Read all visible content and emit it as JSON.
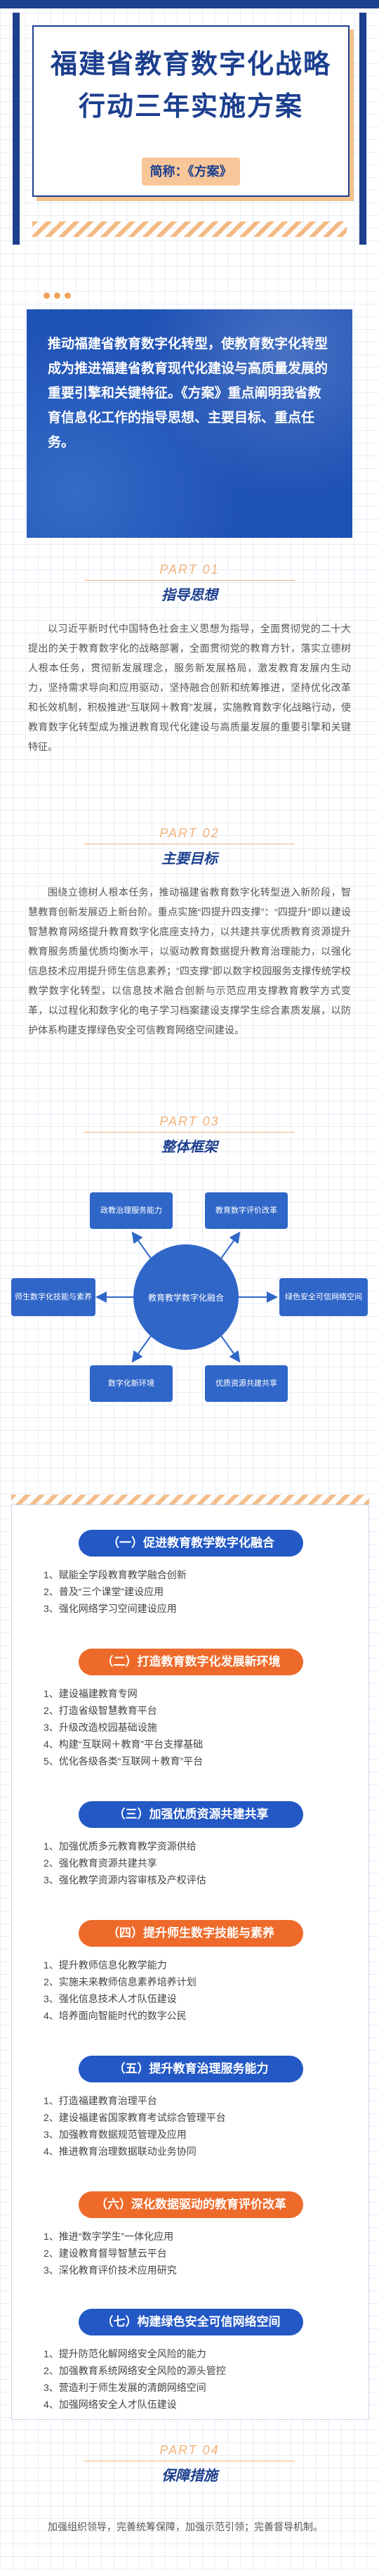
{
  "header": {
    "title_line1": "福建省教育数字化战略",
    "title_line2": "行动三年实施方案",
    "short_name": "简称：《方案》"
  },
  "intro": "推动福建省教育数字化转型，使教育数字化转型成为推进福建省教育现代化建设与高质量发展的重要引擎和关键特征。《方案》重点阐明我省教育信息化工作的指导思想、主要目标、重点任务。",
  "parts": [
    {
      "num": "PART 01",
      "title": "指导思想"
    },
    {
      "num": "PART 02",
      "title": "主要目标"
    },
    {
      "num": "PART 03",
      "title": "整体框架"
    },
    {
      "num": "PART 04",
      "title": "保障措施"
    }
  ],
  "guiding": "以习近平新时代中国特色社会主义思想为指导，全面贯彻党的二十大提出的关于教育数字化的战略部署，全面贯彻党的教育方针，落实立德树人根本任务，贯彻新发展理念，服务新发展格局，激发教育发展内生动力，坚持需求导向和应用驱动，坚持融合创新和统筹推进，坚持优化改革和长效机制，积极推进“互联网＋教育”发展，实施教育数字化战略行动，使教育数字化转型成为推进教育现代化建设与高质量发展的重要引擎和关键特征。",
  "goals": "围绕立德树人根本任务，推动福建省教育数字化转型进入新阶段，智慧教育创新发展迈上新台阶。重点实施“四提升四支撑”：“四提升”即以建设智慧教育网络提升教育数字化底座支持力，以共建共享优质教育资源提升教育服务质量优质均衡水平，以驱动教育数据提升教育治理能力，以强化信息技术应用提升师生信息素养；“四支撑”即以数字校园服务支撑传统学校教学数字化转型，以信息技术融合创新与示范应用支撑教育教学方式变革，以过程化和数字化的电子学习档案建设支撑学生综合素质发展，以防护体系构建支撑绿色安全可信教育网络空间建设。",
  "diagram": {
    "center": "教育教学数字化融合",
    "nodes": [
      "政教治理服务能力",
      "教育数字评价改革",
      "师生数字化技能与素养",
      "绿色安全可信网络空间",
      "数字化新环境",
      "优质资源共建共享"
    ]
  },
  "tasks": [
    {
      "title": "（一）促进教育教学数字化融合",
      "color": "blue",
      "items": [
        "1、赋能全学段教育教学融合创新",
        "2、普及“三个课堂”建设应用",
        "3、强化网络学习空间建设应用"
      ]
    },
    {
      "title": "（二）打造教育数字化发展新环境",
      "color": "orange",
      "items": [
        "1、建设福建教育专网",
        "2、打造省级智慧教育平台",
        "3、升级改造校园基础设施",
        "4、构建“互联网＋教育”平台支撑基础",
        "5、优化各级各类“互联网＋教育”平台"
      ]
    },
    {
      "title": "（三）加强优质资源共建共享",
      "color": "blue",
      "items": [
        "1、加强优质多元教育教学资源供给",
        "2、强化教育资源共建共享",
        "3、强化教学资源内容审核及产权评估"
      ]
    },
    {
      "title": "（四）提升师生数字技能与素养",
      "color": "orange",
      "items": [
        "1、提升教师信息化教学能力",
        "2、实施未来教师信息素养培养计划",
        "3、强化信息技术人才队伍建设",
        "4、培养面向智能时代的数字公民"
      ]
    },
    {
      "title": "（五）提升教育治理服务能力",
      "color": "blue",
      "items": [
        "1、打造福建教育治理平台",
        "2、建设福建省国家教育考试综合管理平台",
        "3、加强教育数据规范管理及应用",
        "4、推进教育治理数据联动业务协同"
      ]
    },
    {
      "title": "（六）深化数据驱动的教育评价改革",
      "color": "orange",
      "items": [
        "1、推进“数字学生”一体化应用",
        "2、建设教育督导智慧云平台",
        "3、深化教育评价技术应用研究"
      ]
    },
    {
      "title": "（七）构建绿色安全可信网络空间",
      "color": "blue",
      "items": [
        "1、提升防范化解网络安全风险的能力",
        "2、加强教育系统网络安全风险的源头管控",
        "3、营造利于师生发展的清朗网络空间",
        "4、加强网络安全人才队伍建设"
      ]
    }
  ],
  "closing": "加强组织领导，完善统筹保障，加强示范引领；完善督导机制。"
}
